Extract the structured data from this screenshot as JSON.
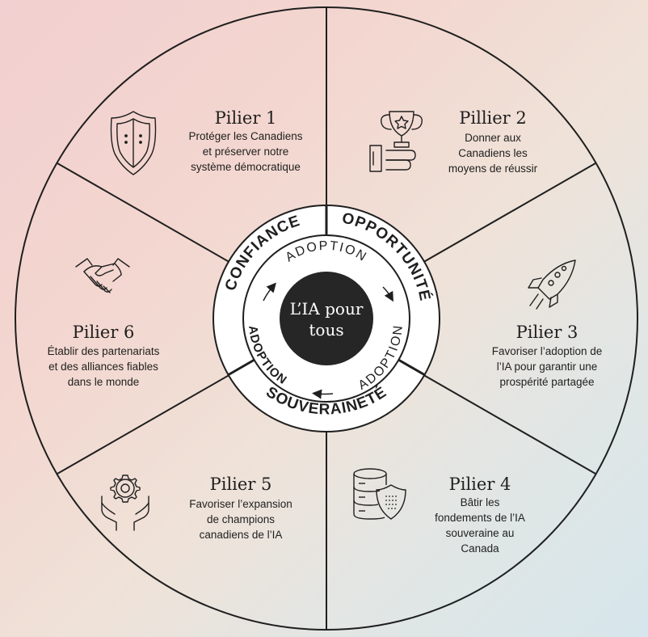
{
  "center": {
    "line1": "L’IA pour",
    "line2": "tous"
  },
  "ring_labels": {
    "trust": "CONFIANCE",
    "opportunity": "OPPORTUNITÉ",
    "sovereignty": "SOUVERAINETÉ"
  },
  "adoption_labels": {
    "top": "ADOPTION",
    "right": "ADOPTION",
    "left": "ADOPTION"
  },
  "pillars": [
    {
      "title": "Pilier 1",
      "lines": [
        "Protéger les Canadiens",
        "et préserver notre",
        "système démocratique"
      ],
      "icon": "shield-icon"
    },
    {
      "title": "Pillier 2",
      "lines": [
        "Donner aux",
        "Canadiens les",
        "moyens de réussir"
      ],
      "icon": "trophy-hand-icon"
    },
    {
      "title": "Pilier 3",
      "lines": [
        "Favoriser l’adoption de",
        "l’IA pour garantir une",
        "prospérité partagée"
      ],
      "icon": "rocket-icon"
    },
    {
      "title": "Pilier 4",
      "lines": [
        "Bâtir les",
        "fondements de l’IA",
        "souveraine au",
        "Canada"
      ],
      "icon": "database-shield-icon"
    },
    {
      "title": "Pilier 5",
      "lines": [
        "Favoriser l’expansion",
        "de champions",
        "canadiens de l’IA"
      ],
      "icon": "gear-hands-icon"
    },
    {
      "title": "Pilier 6",
      "lines": [
        "Établir des partenariats",
        "et des alliances fiables",
        "dans le monde"
      ],
      "icon": "handshake-icon"
    }
  ]
}
